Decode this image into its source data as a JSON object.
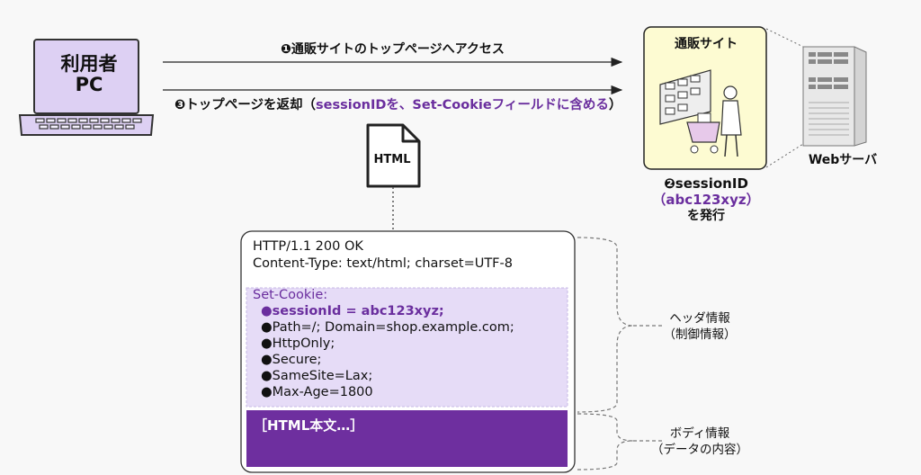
{
  "client": {
    "label_line1": "利用者",
    "label_line2": "PC"
  },
  "arrows": {
    "step1": "❶通販サイトのトップページへアクセス",
    "step3_prefix": "❸トップページを返却（",
    "step3_highlight": "sessionIDを、Set-Cookieフィールドに含める",
    "step3_suffix": "）"
  },
  "document_icon": {
    "label": "HTML"
  },
  "shop": {
    "title": "通販サイト"
  },
  "server": {
    "label": "Webサーバ"
  },
  "issue": {
    "line1": "❷sessionID",
    "line2": "（abc123xyz）",
    "line3": "を発行"
  },
  "response": {
    "status_line": "HTTP/1.1 200 OK",
    "content_type": "Content-Type: text/html; charset=UTF-8",
    "set_cookie_label": "Set-Cookie:",
    "cookie_attributes": [
      "●sessionId = abc123xyz;",
      "●Path=/;  Domain=shop.example.com;",
      "●HttpOnly;",
      "●Secure;",
      "●SameSite=Lax;",
      "●Max-Age=1800"
    ],
    "body_text": "［HTML本文…］"
  },
  "annotations": {
    "header_line1": "ヘッダ情報",
    "header_line2": "（制御情報）",
    "body_line1": "ボディ情報",
    "body_line2": "（データの内容）"
  },
  "colors": {
    "accent_purple": "#6e2f9f",
    "text_purple": "#6a2e9e",
    "shop_bg": "#fdfbd2",
    "cookie_bg": "#e6dcf7",
    "pc_screen": "#ddd0f3"
  }
}
